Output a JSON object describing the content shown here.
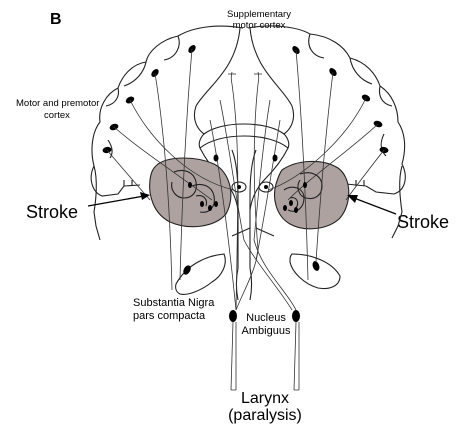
{
  "panel_label": "B",
  "labels": {
    "supplementary_line1": "Supplementary",
    "supplementary_line2": "motor cortex",
    "motor_line1": "Motor and premotor",
    "motor_line2": "cortex",
    "stroke_left": "Stroke",
    "stroke_right": "Stroke",
    "substantia_line1": "Substantia Nigra",
    "substantia_line2": "pars compacta",
    "nucleus_line1": "Nucleus",
    "nucleus_line2": "Ambiguus",
    "larynx_line1": "Larynx",
    "larynx_line2": "(paralysis)"
  },
  "colors": {
    "lesion_fill": "#ada29f",
    "outline": "#222222",
    "cell_body": "#000000"
  }
}
